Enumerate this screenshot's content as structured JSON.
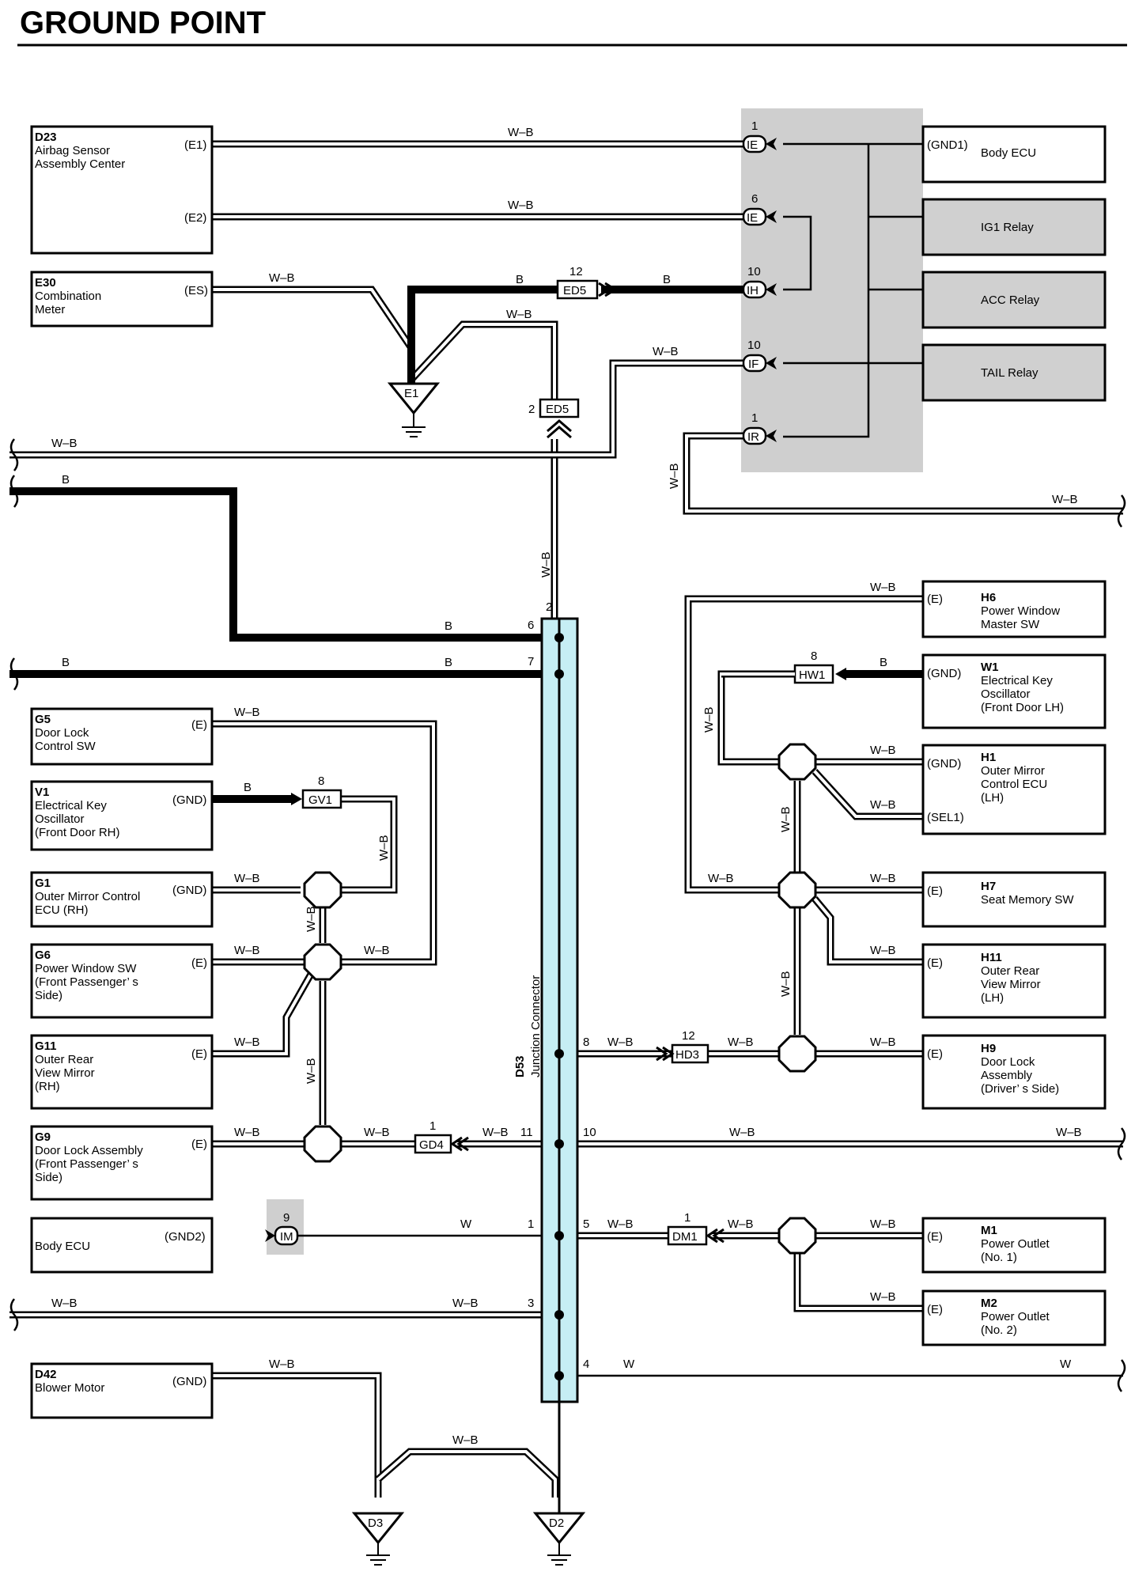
{
  "title": "GROUND POINT",
  "junction": {
    "id": "D53",
    "name": "Junction Connector"
  },
  "colors": {
    "junction_fill": "#c6eef4",
    "shaded_area": "#cfcfcf",
    "relay_fill": "#d0d0d0"
  },
  "wire_labels": {
    "wb": "W–B",
    "b": "B",
    "w": "W"
  },
  "components": {
    "d23": {
      "id": "D23",
      "desc": [
        "Airbag Sensor",
        "Assembly Center"
      ],
      "pins": [
        "(E1)",
        "(E2)"
      ]
    },
    "e30": {
      "id": "E30",
      "desc": [
        "Combination",
        "Meter"
      ],
      "pins": [
        "(ES)"
      ]
    },
    "body_ecu_top": {
      "desc": "Body ECU",
      "pins": [
        "(GND1)"
      ]
    },
    "ig1": {
      "desc": "IG1 Relay"
    },
    "acc": {
      "desc": "ACC Relay"
    },
    "tail": {
      "desc": "TAIL Relay"
    },
    "g5": {
      "id": "G5",
      "desc": [
        "Door Lock",
        "Control SW"
      ],
      "pins": [
        "(E)"
      ]
    },
    "v1": {
      "id": "V1",
      "desc": [
        "Electrical Key",
        "Oscillator",
        "(Front Door RH)"
      ],
      "pins": [
        "(GND)"
      ]
    },
    "g1": {
      "id": "G1",
      "desc": [
        "Outer Mirror Control",
        "ECU (RH)"
      ],
      "pins": [
        "(GND)"
      ]
    },
    "g6": {
      "id": "G6",
      "desc": [
        "Power Window SW",
        "(Front Passenger’ s",
        " Side)"
      ],
      "pins": [
        "(E)"
      ]
    },
    "g11": {
      "id": "G11",
      "desc": [
        "Outer Rear",
        "View Mirror",
        "(RH)"
      ],
      "pins": [
        "(E)"
      ]
    },
    "g9": {
      "id": "G9",
      "desc": [
        "Door Lock Assembly",
        "(Front Passenger’ s",
        " Side)"
      ],
      "pins": [
        "(E)"
      ]
    },
    "body_ecu_bottom": {
      "desc": "Body ECU",
      "pins": [
        "(GND2)"
      ]
    },
    "d42": {
      "id": "D42",
      "desc": [
        "Blower Motor"
      ],
      "pins": [
        "(GND)"
      ]
    },
    "h6": {
      "id": "H6",
      "desc": [
        "Power Window",
        "Master SW"
      ],
      "pins": [
        "(E)"
      ]
    },
    "w1": {
      "id": "W1",
      "desc": [
        "Electrical Key",
        "Oscillator",
        "(Front Door LH)"
      ],
      "pins": [
        "(GND)"
      ]
    },
    "h1": {
      "id": "H1",
      "desc": [
        "Outer Mirror",
        "Control ECU",
        "(LH)"
      ],
      "pins": [
        "(GND)",
        "(SEL1)"
      ]
    },
    "h7": {
      "id": "H7",
      "desc": [
        "Seat Memory SW"
      ],
      "pins": [
        "(E)"
      ]
    },
    "h11": {
      "id": "H11",
      "desc": [
        "Outer Rear",
        "View Mirror",
        "(LH)"
      ],
      "pins": [
        "(E)"
      ]
    },
    "h9": {
      "id": "H9",
      "desc": [
        "Door Lock",
        "Assembly",
        "(Driver’ s Side)"
      ],
      "pins": [
        "(E)"
      ]
    },
    "m1": {
      "id": "M1",
      "desc": [
        "Power Outlet",
        "(No. 1)"
      ],
      "pins": [
        "(E)"
      ]
    },
    "m2": {
      "id": "M2",
      "desc": [
        "Power Outlet",
        "(No. 2)"
      ],
      "pins": [
        "(E)"
      ]
    }
  },
  "connectors": {
    "ie1": {
      "code": "IE",
      "pin": "1"
    },
    "ie6": {
      "code": "IE",
      "pin": "6"
    },
    "ih10": {
      "code": "IH",
      "pin": "10"
    },
    "if10": {
      "code": "IF",
      "pin": "10"
    },
    "ir1": {
      "code": "IR",
      "pin": "1"
    },
    "ed5a": {
      "code": "ED5",
      "pin": "12"
    },
    "ed5b": {
      "code": "ED5",
      "pin": "2"
    },
    "gv1": {
      "code": "GV1",
      "pin": "8"
    },
    "hw1": {
      "code": "HW1",
      "pin": "8"
    },
    "hd3": {
      "code": "HD3",
      "pin": "12"
    },
    "gd4": {
      "code": "GD4",
      "pin": "1"
    },
    "dm1": {
      "code": "DM1",
      "pin": "1"
    },
    "im": {
      "code": "IM",
      "pin": "9"
    }
  },
  "grounds": {
    "e1": "E1",
    "d3": "D3",
    "d2": "D2"
  },
  "junction_pins": [
    "2",
    "6",
    "7",
    "8",
    "11",
    "10",
    "1",
    "5",
    "3",
    "4"
  ]
}
